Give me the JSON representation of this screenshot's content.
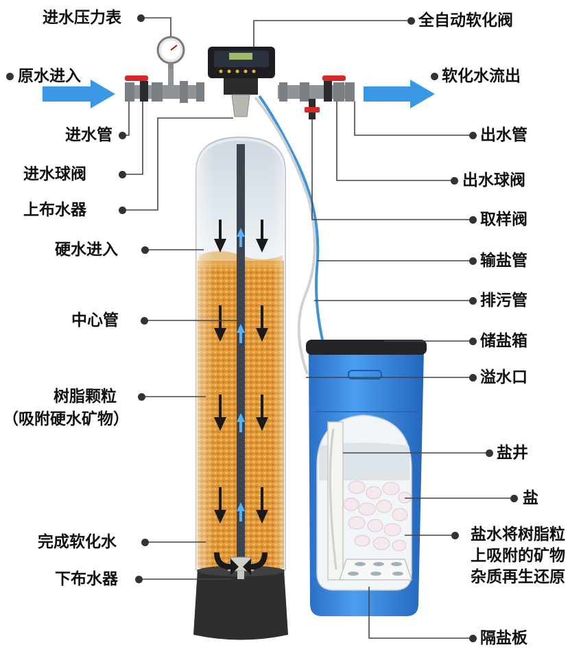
{
  "labels": {
    "pressure_gauge": "进水压力表",
    "auto_valve": "全自动软化阀",
    "raw_water_in": "原水进入",
    "soft_water_out": "软化水流出",
    "inlet_pipe": "进水管",
    "outlet_pipe": "出水管",
    "inlet_ball_valve": "进水球阀",
    "outlet_ball_valve": "出水球阀",
    "upper_distributor": "上布水器",
    "sampling_valve": "取样阀",
    "hard_water_in": "硬水进入",
    "brine_line": "输盐管",
    "center_tube": "中心管",
    "drain_line": "排污管",
    "brine_tank": "储盐箱",
    "resin_beads": "树脂颗粒",
    "resin_beads_note": "（吸附硬水矿物）",
    "overflow": "溢水口",
    "brine_well": "盐井",
    "salt": "盐",
    "regeneration_note": "盐水将树脂粒上吸附的矿物杂质再生还原",
    "softened_water": "完成软化水",
    "lower_distributor": "下布水器",
    "salt_grid": "隔盐板"
  },
  "colors": {
    "flow_arrow": "#3a97e6",
    "resin": "#e09a3c",
    "brine_tank": "#2f7fd8",
    "tank_base": "#2e2e2e",
    "leader_line": "#444444"
  }
}
